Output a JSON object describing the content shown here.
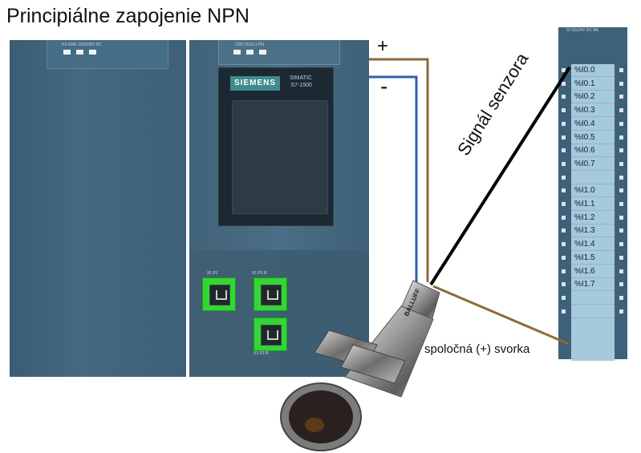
{
  "title": "Principiálne zapojenie NPN",
  "psu": {
    "label": "PS 60W 120/230V DC"
  },
  "cpu": {
    "label": "CPU 1513-1 PN",
    "logo": "SIEMENS",
    "model_line1": "SIMATIC",
    "model_line2": "S7-1500",
    "ports": [
      {
        "label": "X1 P1"
      },
      {
        "label": "X1 P1 R"
      },
      {
        "label": "X1 P2 R"
      }
    ]
  },
  "io_module": {
    "label": "DI 16x24V DC BA",
    "inputs": [
      "%I0.0",
      "%I0.1",
      "%I0.2",
      "%I0.3",
      "%I0.4",
      "%I0.5",
      "%I0.6",
      "%I0.7",
      "",
      "%I1.0",
      "%I1.1",
      "%I1.2",
      "%I1.3",
      "%I1.4",
      "%I1.5",
      "%I1.6",
      "%I1.7",
      "",
      ""
    ]
  },
  "sensor": {
    "brand": "BALLUFF"
  },
  "labels": {
    "plus": "+",
    "minus": "-",
    "signal": "Signál senzora",
    "common": "spoločná (+) svorka"
  },
  "colors": {
    "wire_plus": "#8b6b3c",
    "wire_minus": "#2f5fae",
    "wire_signal": "#000000",
    "wire_common": "#8b6b3c",
    "port_green": "#33d633"
  }
}
